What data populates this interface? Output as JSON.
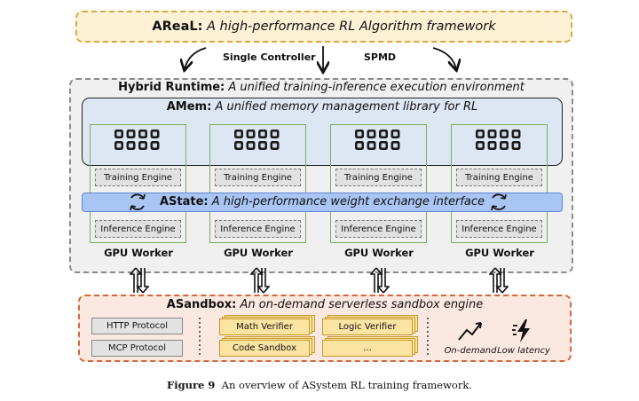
{
  "areal": {
    "name": "AReaL:",
    "desc": "A high-performance RL Algorithm framework"
  },
  "controllers": {
    "left": "Single Controller",
    "right": "SPMD"
  },
  "hybrid": {
    "name": "Hybrid Runtime:",
    "desc": "A unified training-inference execution environment"
  },
  "amem": {
    "name": "AMem:",
    "desc": "A unified memory management library for RL"
  },
  "astate": {
    "name": "AState:",
    "desc": "A high-performance weight exchange interface"
  },
  "workers": [
    {
      "training": "Training Engine",
      "inference": "Inference Engine",
      "label": "GPU Worker"
    },
    {
      "training": "Training Engine",
      "inference": "Inference Engine",
      "label": "GPU Worker"
    },
    {
      "training": "Training Engine",
      "inference": "Inference Engine",
      "label": "GPU Worker"
    },
    {
      "training": "Training Engine",
      "inference": "Inference Engine",
      "label": "GPU Worker"
    }
  ],
  "asandbox": {
    "name": "ASandbox:",
    "desc": "An on-demand serverless sandbox engine",
    "protocols": [
      "HTTP Protocol",
      "MCP Protocol"
    ],
    "verifiers": [
      "Math Verifier",
      "Logic Verifier",
      "Code Sandbox",
      "..."
    ],
    "features": [
      "On-demand",
      "Low latency"
    ]
  },
  "caption": {
    "label": "Figure 9",
    "text": "An overview of ASystem RL training framework."
  },
  "colors": {
    "areal_fill": "#fdf1d6",
    "areal_border": "#d9a93f",
    "amem_fill": "#dde6f3",
    "astate_fill": "#a9c5f4",
    "worker_border": "#7bab61",
    "sandbox_fill": "#fbe9e1",
    "sandbox_border": "#d0683a",
    "verifier_fill": "#fbe3a1"
  },
  "icons": [
    "gpu-chip-icon",
    "sync-arrows-icon",
    "bidirectional-arrow-icon",
    "trend-up-icon",
    "lightning-icon"
  ]
}
